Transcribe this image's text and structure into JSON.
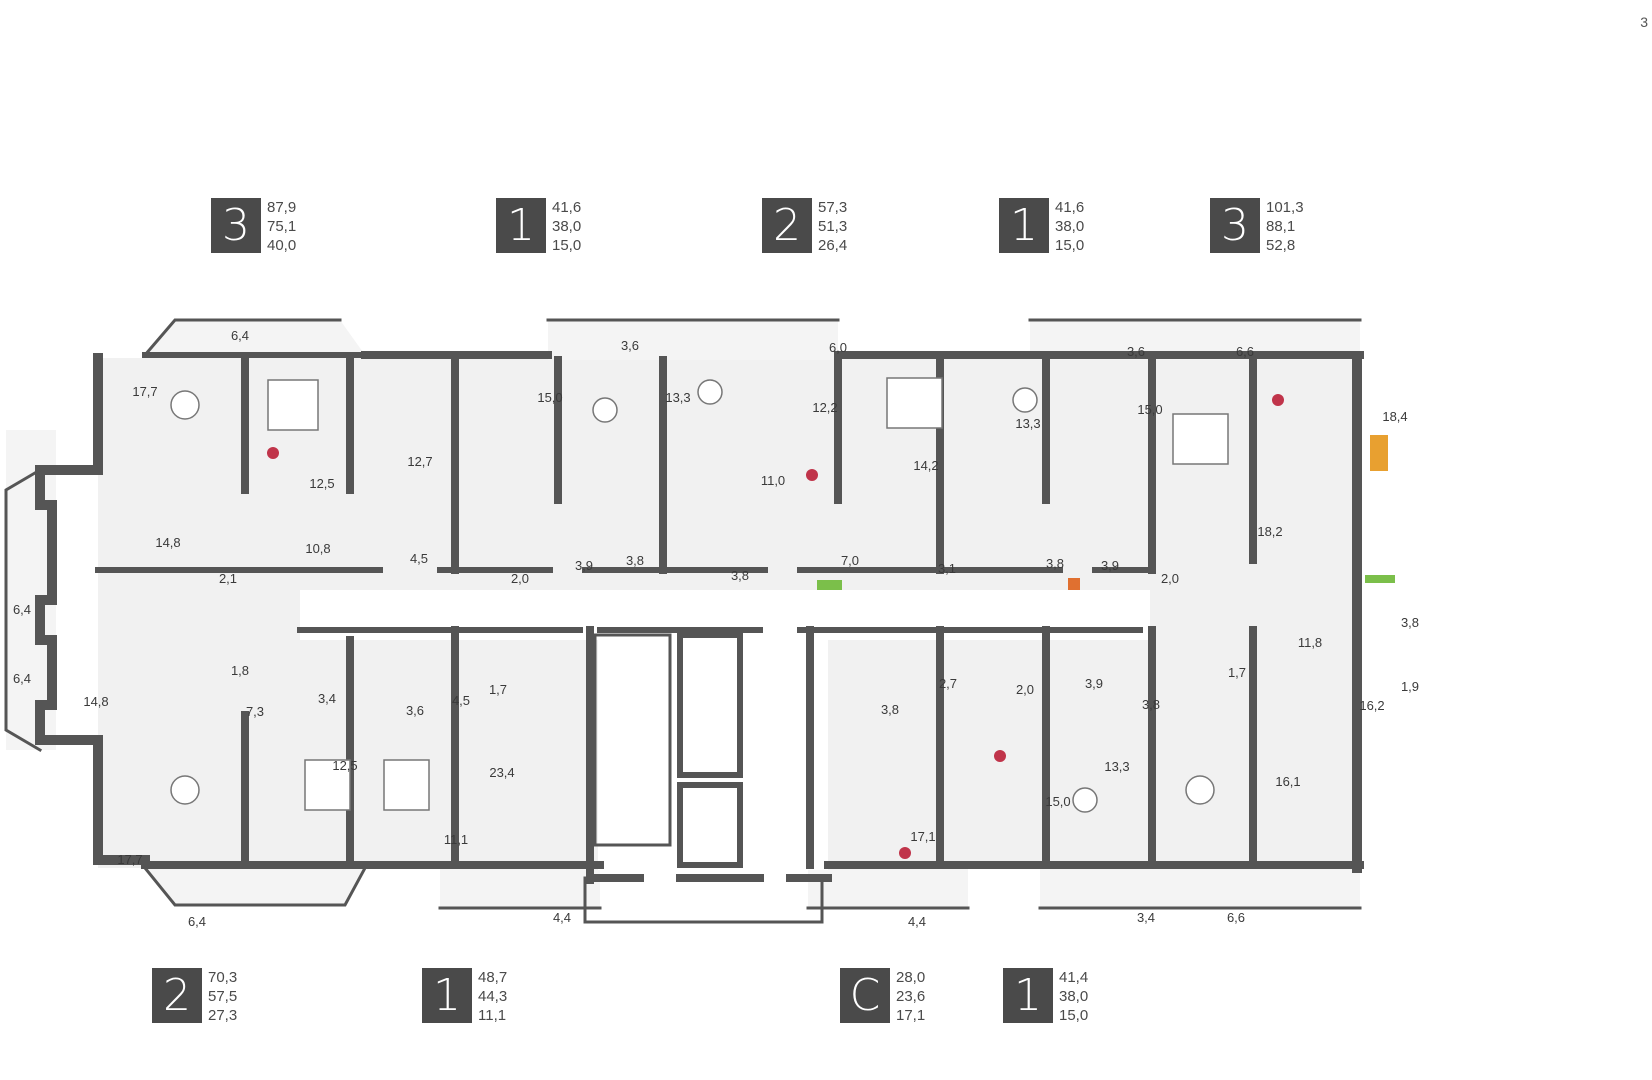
{
  "corner_mark": "3",
  "apartments_top": [
    {
      "rooms": "3",
      "areas": [
        "87,9",
        "75,1",
        "40,0"
      ]
    },
    {
      "rooms": "1",
      "areas": [
        "41,6",
        "38,0",
        "15,0"
      ]
    },
    {
      "rooms": "2",
      "areas": [
        "57,3",
        "51,3",
        "26,4"
      ]
    },
    {
      "rooms": "1",
      "areas": [
        "41,6",
        "38,0",
        "15,0"
      ]
    },
    {
      "rooms": "3",
      "areas": [
        "101,3",
        "88,1",
        "52,8"
      ]
    }
  ],
  "apartments_bottom": [
    {
      "rooms": "2",
      "areas": [
        "70,3",
        "57,5",
        "27,3"
      ]
    },
    {
      "rooms": "1",
      "areas": [
        "48,7",
        "44,3",
        "11,1"
      ]
    },
    {
      "rooms": "С",
      "areas": [
        "28,0",
        "23,6",
        "17,1"
      ]
    },
    {
      "rooms": "1",
      "areas": [
        "41,4",
        "38,0",
        "15,0"
      ]
    }
  ],
  "room_labels": [
    "6,4",
    "17,7",
    "12,5",
    "12,7",
    "15,0",
    "3,6",
    "13,3",
    "6,0",
    "12,2",
    "11,0",
    "14,2",
    "13,3",
    "3,6",
    "15,0",
    "6,6",
    "18,4",
    "18,2",
    "6,4",
    "14,8",
    "10,8",
    "2,1",
    "4,5",
    "2,0",
    "3,9",
    "3,8",
    "3,8",
    "7,0",
    "3,1",
    "3,8",
    "3,9",
    "2,0",
    "11,8",
    "3,8",
    "1,7",
    "1,9",
    "6,4",
    "14,8",
    "1,8",
    "7,3",
    "3,4",
    "3,6",
    "4,5",
    "1,7",
    "2,7",
    "2,0",
    "3,9",
    "3,8",
    "12,5",
    "23,4",
    "3,8",
    "17,1",
    "15,0",
    "13,3",
    "16,1",
    "16,2",
    "17,7",
    "11,1",
    "6,4",
    "4,4",
    "4,4",
    "3,4",
    "6,6"
  ],
  "colors": {
    "wall": "#555555",
    "floor": "#efefef",
    "badge": "#4a4a4a",
    "accent_orange": "#e8a030",
    "accent_green": "#7bbf4a",
    "accent_red": "#c0344a"
  }
}
